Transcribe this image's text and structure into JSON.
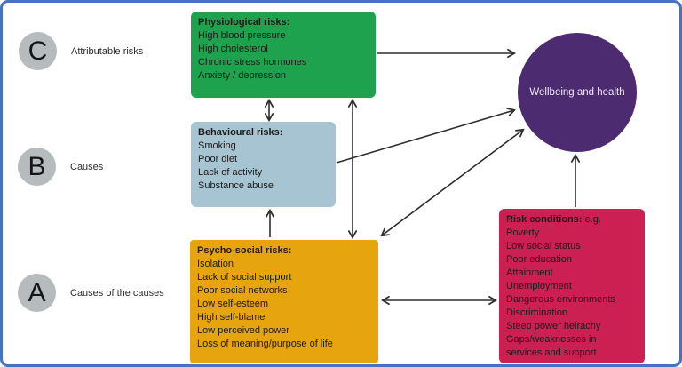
{
  "diagram": {
    "frame_border_color": "#4472C4",
    "legend": {
      "circle_color": "#B6BBBE",
      "rows": [
        {
          "letter": "C",
          "label": "Attributable risks"
        },
        {
          "letter": "B",
          "label": "Causes"
        },
        {
          "letter": "A",
          "label": "Causes of the causes"
        }
      ]
    },
    "boxes": {
      "physiological": {
        "title": "Physiological risks:",
        "items": [
          "High blood pressure",
          "High cholesterol",
          "Chronic stress hormones",
          "Anxiety / depression"
        ],
        "color": "#1FA24D"
      },
      "behavioural": {
        "title": "Behavioural risks:",
        "items": [
          "Smoking",
          "Poor diet",
          "Lack of activity",
          "Substance abuse"
        ],
        "color": "#A6C4D2"
      },
      "psychosocial": {
        "title": "Psycho-social risks:",
        "items": [
          "Isolation",
          "Lack of social support",
          "Poor social networks",
          "Low self-esteem",
          "High self-blame",
          "Low perceived power",
          "Loss of meaning/purpose of life"
        ],
        "color": "#E6A50E"
      },
      "risk_conditions": {
        "title": "Risk conditions:",
        "title_suffix": " e.g.",
        "items": [
          "Poverty",
          "Low social status",
          "Poor education",
          "Attainment",
          "Unemployment",
          "Dangerous environments",
          "Discrimination",
          "Steep power heirachy",
          "Gaps/weaknesses in services and support"
        ],
        "color": "#CC2052"
      }
    },
    "outcome": {
      "label": "Wellbeing and health",
      "color": "#4C2B70"
    },
    "connections": [
      {
        "from": "physiological",
        "to": "outcome",
        "bidirectional": false
      },
      {
        "from": "physiological",
        "to": "behavioural",
        "bidirectional": true
      },
      {
        "from": "physiological",
        "to": "psychosocial",
        "bidirectional": true
      },
      {
        "from": "psychosocial",
        "to": "behavioural",
        "bidirectional": false
      },
      {
        "from": "behavioural",
        "to": "outcome",
        "bidirectional": false
      },
      {
        "from": "psychosocial",
        "to": "outcome",
        "bidirectional": true
      },
      {
        "from": "psychosocial",
        "to": "risk_conditions",
        "bidirectional": true
      },
      {
        "from": "risk_conditions",
        "to": "outcome",
        "bidirectional": false
      }
    ]
  }
}
